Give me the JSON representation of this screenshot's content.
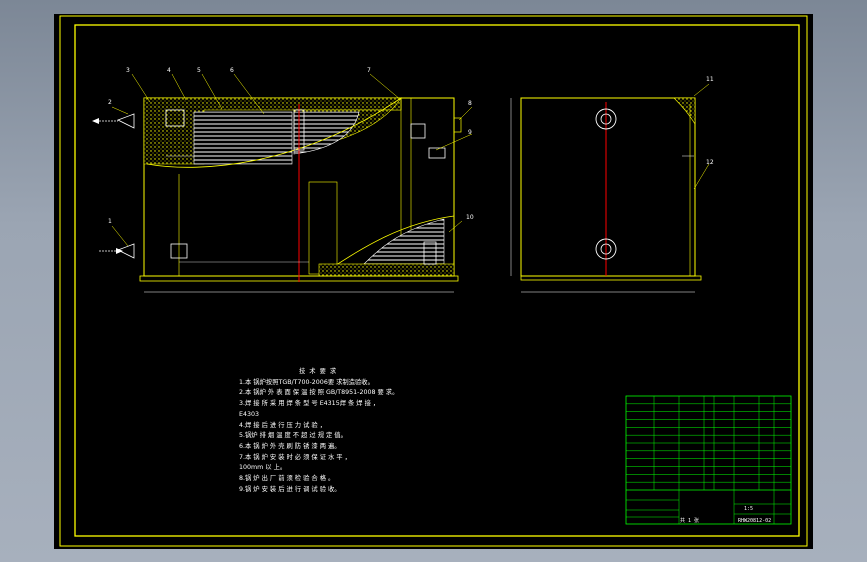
{
  "callouts": [
    "1",
    "2",
    "3",
    "4",
    "5",
    "6",
    "7",
    "8",
    "9",
    "10",
    "11",
    "12"
  ],
  "notes": {
    "title": "技 术 要 求",
    "lines": [
      "1.本 锅炉按照TGB/T700-2006要 求制造验收。",
      "2.本 锅炉 外 表 面 保 温 按 照 GB/T8951-2008 要 求。",
      "3.焊 接 所 采 用 焊 条 型 号 E4315焊 条 焊 接 ，",
      "E4303",
      "4.焊 接 后 进 行 压 力 试 验 ，",
      "5.锅炉 排 烟 温 度 不 超 过 规 定 值。",
      "6.本 锅 炉 外 壳 刷 防 锈 漆 两 遍。",
      "7.本 锅 炉 安 装 时 必 须 保 证 水 平 ，",
      "100mm 以 上。",
      "8.锅 炉 出 厂 前 须 检 验 合 格 。",
      "9.锅 炉 安 装 后 进 行 调 试 验 收。"
    ]
  },
  "title_block": {
    "drawing_number": "RHW20812-02",
    "scale": "1:5",
    "sheet": "共 1 张",
    "parts_rows": 12
  },
  "colors": {
    "border": "#ffff00",
    "outline": "#ffff00",
    "centerline": "#ff0000",
    "table": "#00ff00",
    "insulation": "#ffff00",
    "background": "#000000"
  }
}
